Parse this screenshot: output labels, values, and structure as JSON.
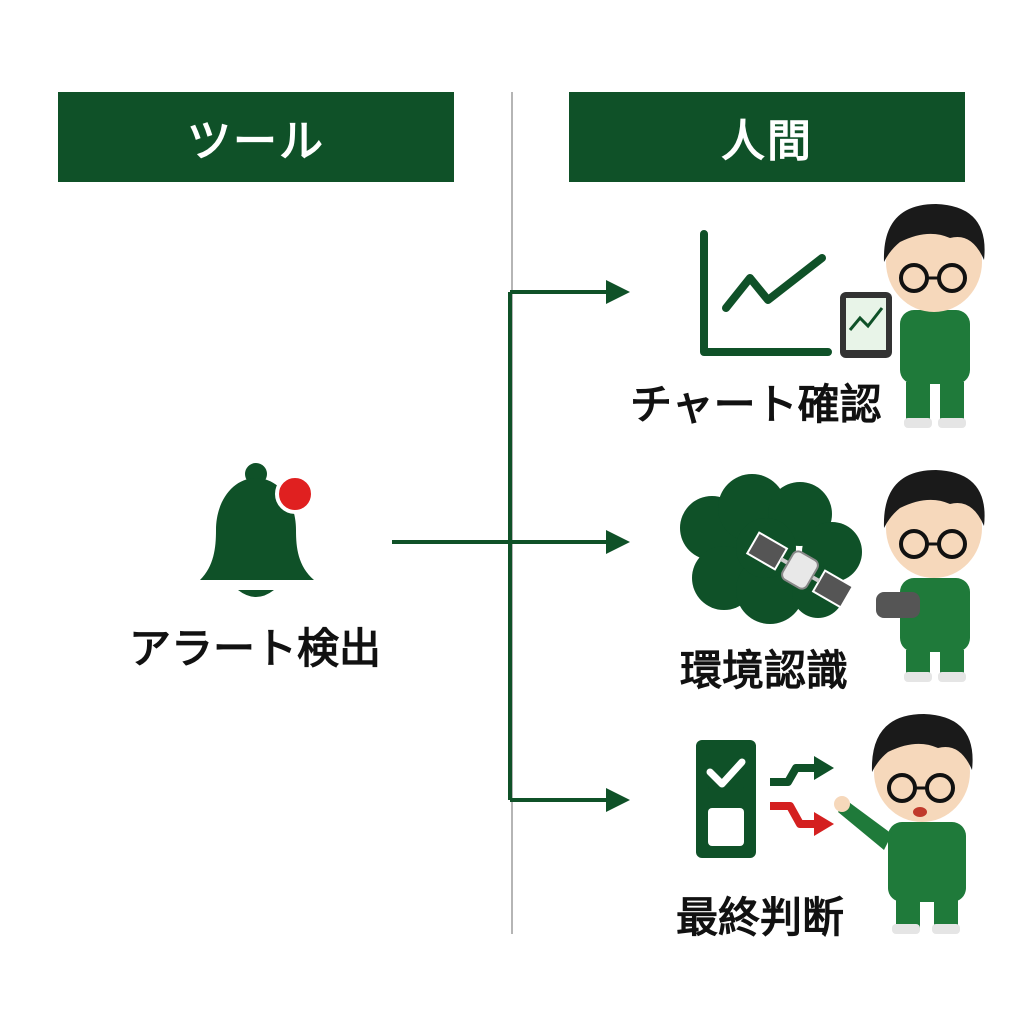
{
  "headers": {
    "tool": "ツール",
    "human": "人間"
  },
  "tool": {
    "label": "アラート検出",
    "icon": "bell-alert-icon"
  },
  "human": {
    "steps": [
      {
        "label": "チャート確認",
        "icon": "line-chart-icon"
      },
      {
        "label": "環境認識",
        "icon": "satellite-terrain-icon"
      },
      {
        "label": "最終判断",
        "icon": "checklist-decision-icon"
      }
    ]
  },
  "colors": {
    "primary": "#0f5128",
    "alert_dot": "#e02020",
    "down_arrow": "#d42020",
    "text": "#111111",
    "divider": "#b5b5b5"
  }
}
